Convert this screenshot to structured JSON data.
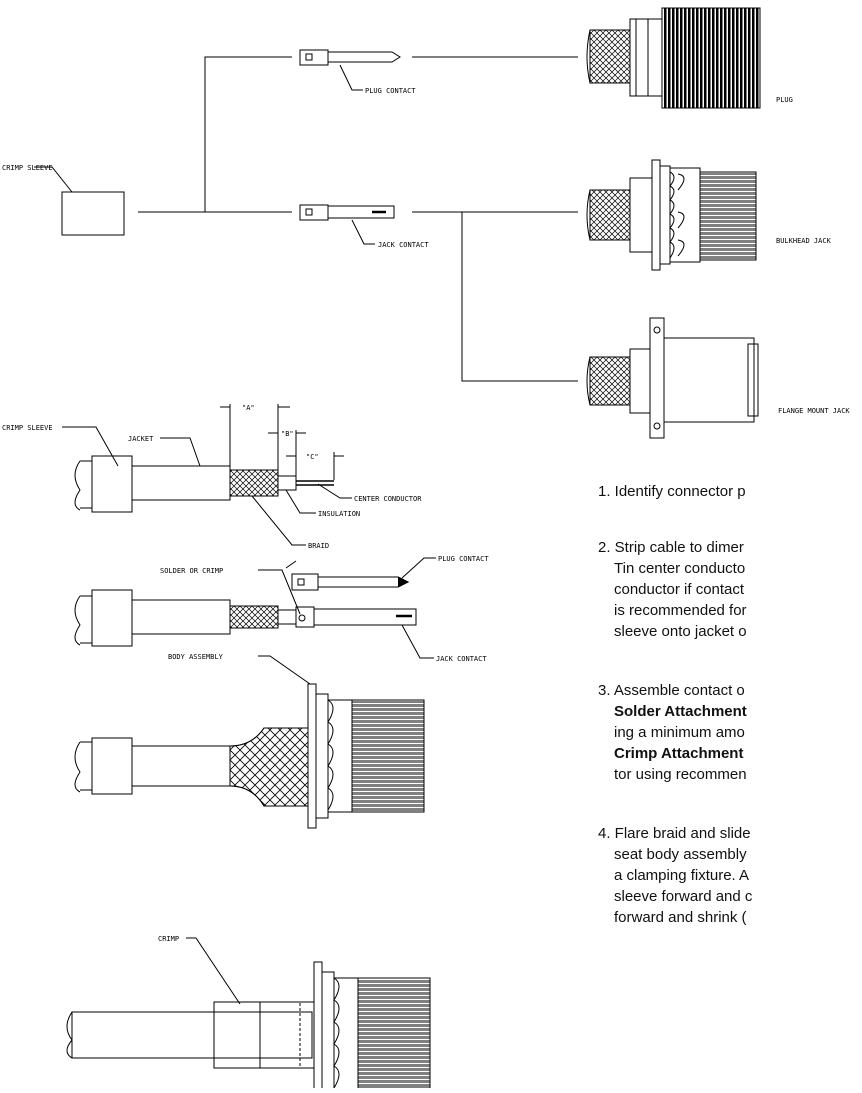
{
  "labels": {
    "crimp_sleeve_top": "CRIMP SLEEVE",
    "plug_contact_top": "PLUG CONTACT",
    "jack_contact_top": "JACK CONTACT",
    "plug": "PLUG",
    "bulkhead_jack": "BULKHEAD JACK",
    "flange_mount_jack": "FLANGE MOUNT JACK",
    "crimp_sleeve": "CRIMP SLEEVE",
    "jacket": "JACKET",
    "dim_a": "\"A\"",
    "dim_b": "\"B\"",
    "dim_c": "\"C\"",
    "center_conductor": "CENTER CONDUCTOR",
    "insulation": "INSULATION",
    "braid": "BRAID",
    "solder_or_crimp": "SOLDER OR CRIMP",
    "plug_contact": "PLUG CONTACT",
    "jack_contact": "JACK CONTACT",
    "body_assembly": "BODY ASSEMBLY",
    "crimp": "CRIMP"
  },
  "instructions": {
    "step1": "1. Identify connector p",
    "step2_l1": "2. Strip cable to dimer",
    "step2_l2": "Tin center conducto",
    "step2_l3": "conductor if contact",
    "step2_l4": "is recommended for",
    "step2_l5": "sleeve onto jacket o",
    "step3_l1": "3. Assemble contact o",
    "step3_l2_bold": "Solder Attachment",
    "step3_l3": "ing a minimum amo",
    "step3_l4_bold": "Crimp Attachment",
    "step3_l5": "tor using recommen",
    "step4_l1": "4. Flare braid and slide",
    "step4_l2": "seat body assembly",
    "step4_l3": "a clamping fixture.  A",
    "step4_l4": "sleeve forward and c",
    "step4_l5": "forward and shrink ("
  }
}
